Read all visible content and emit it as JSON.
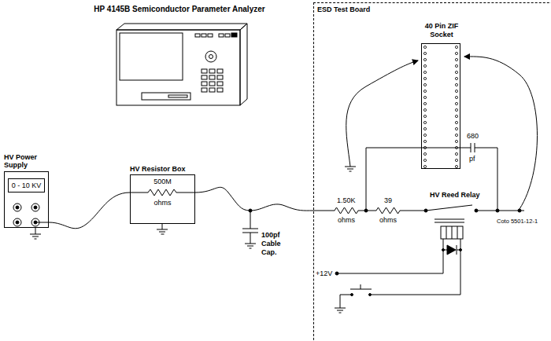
{
  "diagram": {
    "nodes": [
      {
        "text": [
          "HP 4145B Semiconductor Parameter Analyzer"
        ]
      },
      {
        "text": [
          "HV Power Supply"
        ]
      },
      {
        "text": [
          "0 - 10 KV"
        ],
        "in": 1
      },
      {
        "text": [
          "HV Resistor Box",
          "500M",
          "ohms"
        ]
      },
      {
        "text": [
          "ESD Test Board"
        ]
      },
      {
        "text": [
          "40 Pin ZIF Socket"
        ],
        "in": 4
      }
    ],
    "edges": [
      {
        "from": 1,
        "to": 3,
        "arrow": "none"
      },
      {
        "from": 3,
        "to": 4,
        "arrow": "none"
      }
    ],
    "labels": [
      "680",
      "pf",
      "1.50K",
      "39",
      "HV Reed Relay",
      "ohms",
      "ohms",
      "Coto 5501-12-1",
      "100pf Cable Cap.",
      "+12V"
    ]
  }
}
